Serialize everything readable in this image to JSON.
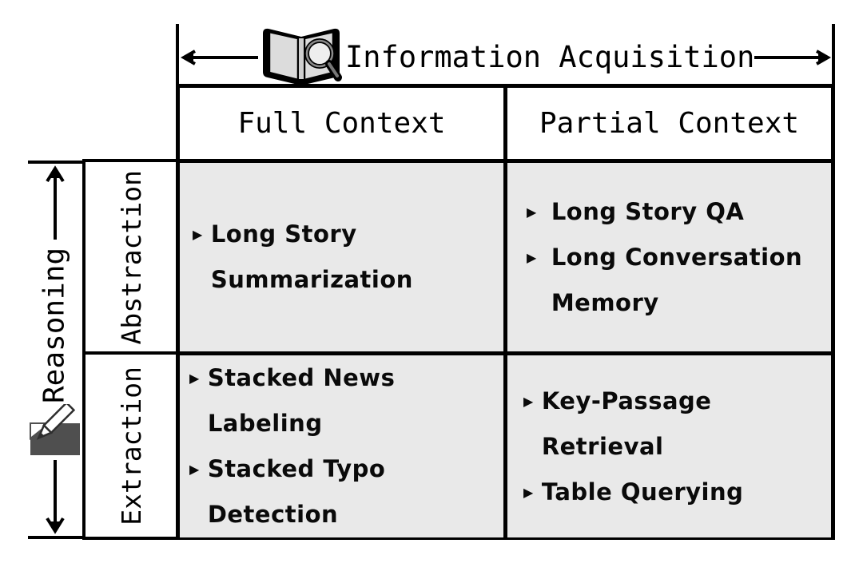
{
  "diagram": {
    "x_axis": {
      "title": "Information Acquisition",
      "icon": "open-book-magnifier",
      "columns": [
        "Full Context",
        "Partial Context"
      ]
    },
    "y_axis": {
      "title": "Reasoning",
      "icon": "memo-pencil",
      "rows": [
        "Abstraction",
        "Extraction"
      ]
    },
    "bullet": "▶",
    "cells": [
      {
        "row": "Abstraction",
        "column": "Full Context",
        "items": [
          {
            "text": "Long Story\nSummarization"
          }
        ]
      },
      {
        "row": "Abstraction",
        "column": "Partial Context",
        "items": [
          {
            "text": "Long Story QA"
          },
          {
            "text": "Long Conversation\nMemory"
          }
        ]
      },
      {
        "row": "Extraction",
        "column": "Full Context",
        "items": [
          {
            "text": "Stacked News Labeling"
          },
          {
            "text": "Stacked Typo Detection"
          }
        ]
      },
      {
        "row": "Extraction",
        "column": "Partial Context",
        "items": [
          {
            "text": "Key-Passage Retrieval"
          },
          {
            "text": "Table Querying"
          }
        ]
      }
    ],
    "colors": {
      "cell_fill": "#e9e9e9",
      "line": "#000000",
      "label_fill": "#ffffff",
      "icon_dark": "#4f4f4f",
      "page_fill": "#dcdcdc"
    }
  }
}
